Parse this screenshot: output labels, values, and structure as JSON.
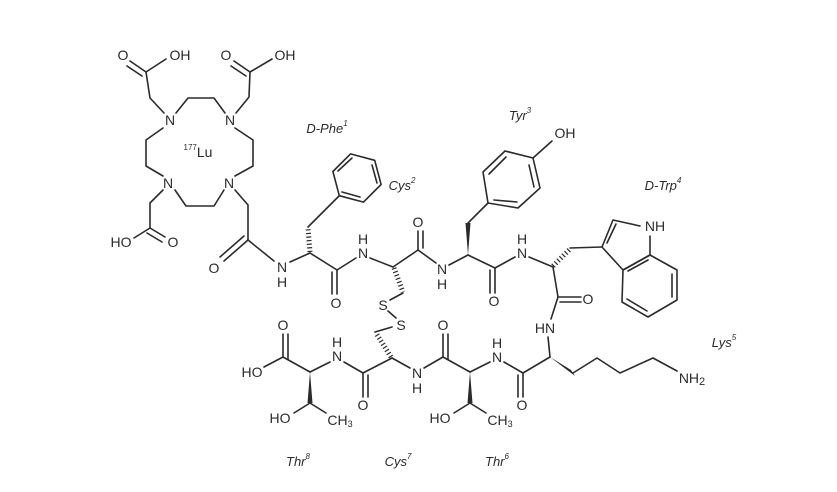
{
  "title": "177Lu-DOTA-TATE structure",
  "metal": {
    "mass": "177",
    "symbol": "Lu"
  },
  "atoms": {
    "O": "O",
    "OH": "OH",
    "HO": "HO",
    "N": "N",
    "H": "H",
    "NH": "NH",
    "HN": "HN",
    "S": "S",
    "CH": "CH",
    "sub3": "3",
    "NH2": "NH",
    "sub2": "2"
  },
  "residues": [
    {
      "name": "D-Phe",
      "num": "1"
    },
    {
      "name": "Cys",
      "num": "2"
    },
    {
      "name": "Tyr",
      "num": "3"
    },
    {
      "name": "D-Trp",
      "num": "4"
    },
    {
      "name": "Lys",
      "num": "5"
    },
    {
      "name": "Thr",
      "num": "6"
    },
    {
      "name": "Cys",
      "num": "7"
    },
    {
      "name": "Thr",
      "num": "8"
    }
  ]
}
